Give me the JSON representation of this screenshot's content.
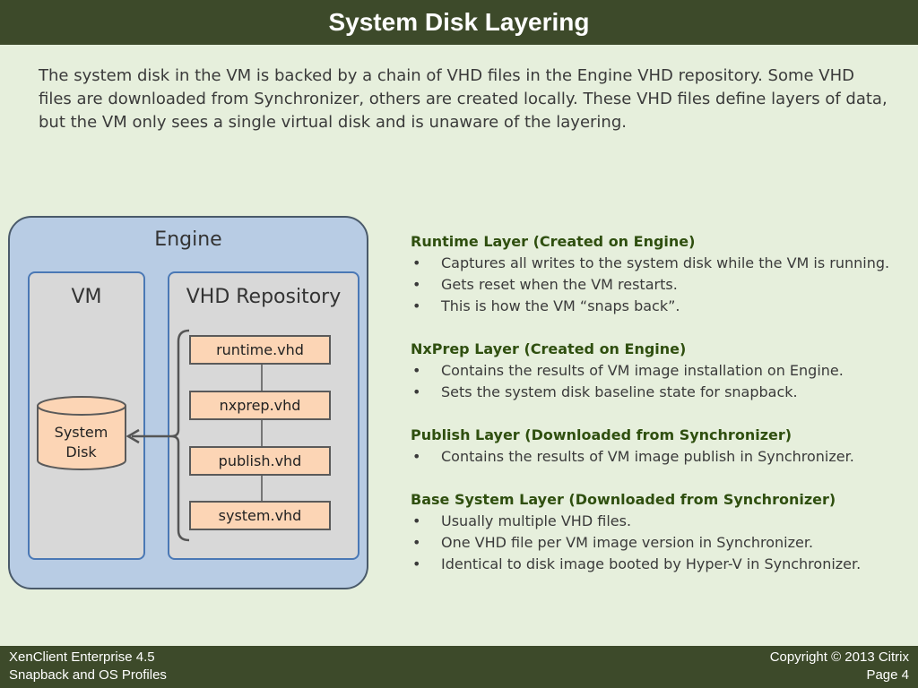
{
  "header": {
    "title": "System Disk Layering"
  },
  "intro": "The system disk in the VM is backed by a chain of VHD files in the Engine VHD repository.  Some VHD files are downloaded from Synchronizer, others are created locally.  These VHD files define layers of data, but the VM only sees a single virtual disk and is unaware of the layering.",
  "diagram": {
    "engine_label": "Engine",
    "vm_label": "VM",
    "repo_label": "VHD Repository",
    "disk_line1": "System",
    "disk_line2": "Disk",
    "vhds": [
      "runtime.vhd",
      "nxprep.vhd",
      "publish.vhd",
      "system.vhd"
    ]
  },
  "layers": [
    {
      "title": "Runtime Layer (Created on Engine)",
      "bullets": [
        "Captures all writes to the system disk while the VM is running.",
        "Gets reset when the VM restarts.",
        "This is how the VM “snaps back”."
      ]
    },
    {
      "title": "NxPrep Layer (Created on Engine)",
      "bullets": [
        "Contains the results of VM image installation on Engine.",
        "Sets the system disk baseline state for snapback."
      ]
    },
    {
      "title": "Publish Layer (Downloaded from Synchronizer)",
      "bullets": [
        "Contains the results of VM image publish in Synchronizer."
      ]
    },
    {
      "title": "Base System Layer (Downloaded from Synchronizer)",
      "bullets": [
        "Usually multiple VHD files.",
        "One VHD file per VM image version in Synchronizer.",
        "Identical to disk image booted by Hyper-V in Synchronizer."
      ]
    }
  ],
  "bullet_char": "•",
  "footer": {
    "product": "XenClient Enterprise 4.5",
    "subtitle": "Snapback and OS Profiles",
    "copyright": "Copyright © 2013 Citrix",
    "page": "Page 4"
  }
}
